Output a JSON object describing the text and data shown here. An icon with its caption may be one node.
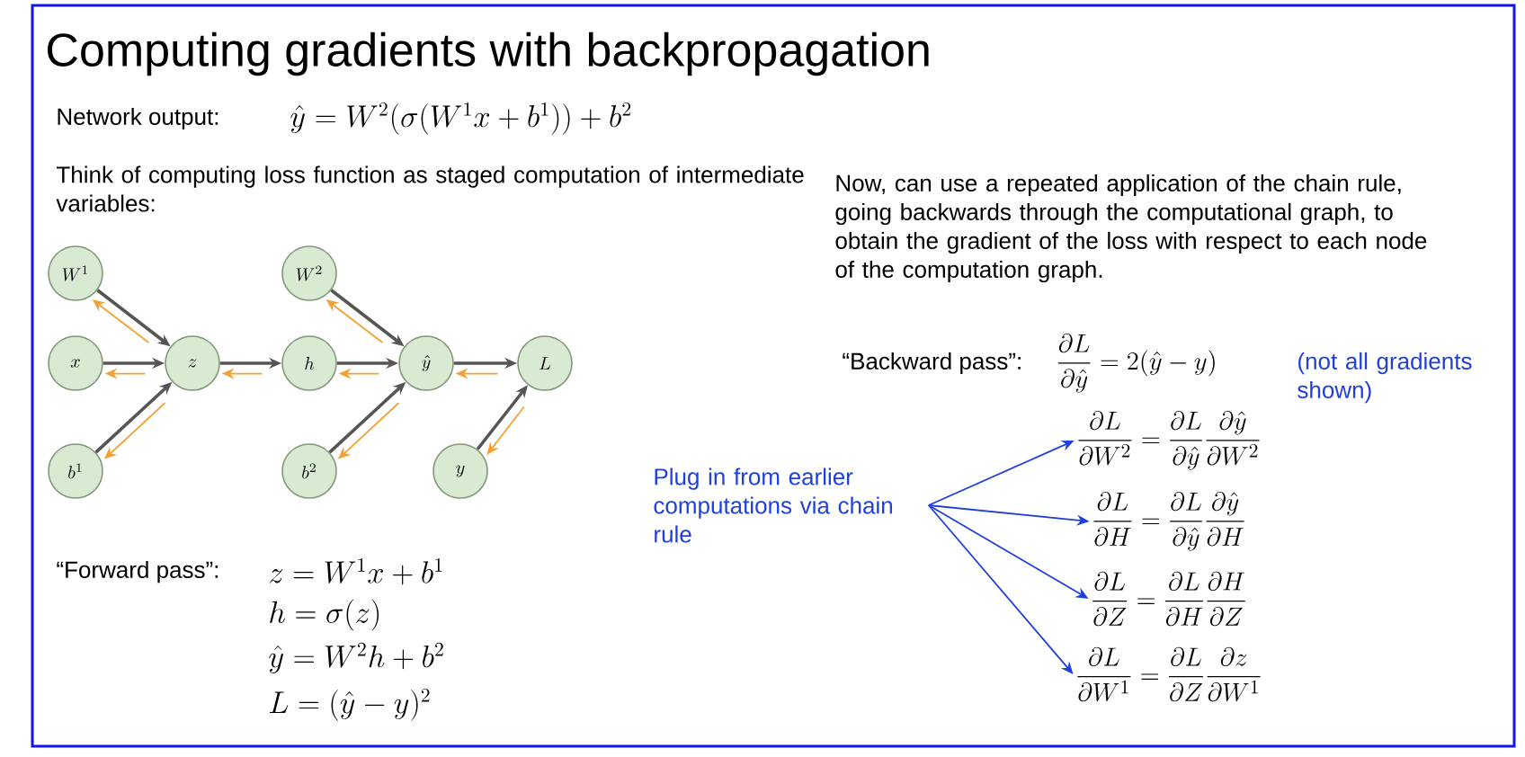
{
  "diagram": {
    "title": "Computing gradients with backpropagation",
    "nodes": [
      {
        "text": [
          "W^1"
        ]
      },
      {
        "text": [
          "x"
        ]
      },
      {
        "text": [
          "b^1"
        ]
      },
      {
        "text": [
          "z"
        ]
      },
      {
        "text": [
          "W^2"
        ]
      },
      {
        "text": [
          "h"
        ]
      },
      {
        "text": [
          "b^2"
        ]
      },
      {
        "text": [
          "\\hat{y}"
        ]
      },
      {
        "text": [
          "y"
        ]
      },
      {
        "text": [
          "L"
        ]
      },
      {
        "text": [
          "Plug in from earlier computations via chain rule"
        ]
      },
      {
        "text": [
          "\\frac{\\partial L}{\\partial W^2} = \\frac{\\partial L}{\\partial \\hat{y}}\\frac{\\partial \\hat{y}}{\\partial W^2}"
        ]
      },
      {
        "text": [
          "\\frac{\\partial L}{\\partial H} = \\frac{\\partial L}{\\partial \\hat{y}}\\frac{\\partial \\hat{y}}{\\partial H}"
        ]
      },
      {
        "text": [
          "\\frac{\\partial L}{\\partial Z} = \\frac{\\partial L}{\\partial H}\\frac{\\partial H}{\\partial Z}"
        ]
      },
      {
        "text": [
          "\\frac{\\partial L}{\\partial W^1} = \\frac{\\partial L}{\\partial Z}\\frac{\\partial z}{\\partial W^1}"
        ]
      }
    ],
    "edges": [
      {
        "from": 0,
        "to": 3,
        "arrow": "to"
      },
      {
        "from": 1,
        "to": 3,
        "arrow": "to"
      },
      {
        "from": 2,
        "to": 3,
        "arrow": "to"
      },
      {
        "from": 3,
        "to": 5,
        "arrow": "to"
      },
      {
        "from": 4,
        "to": 7,
        "arrow": "to"
      },
      {
        "from": 5,
        "to": 7,
        "arrow": "to"
      },
      {
        "from": 6,
        "to": 7,
        "arrow": "to"
      },
      {
        "from": 7,
        "to": 9,
        "arrow": "to"
      },
      {
        "from": 8,
        "to": 9,
        "arrow": "to"
      },
      {
        "from": 3,
        "to": 0,
        "arrow": "to",
        "color": "#f5a033"
      },
      {
        "from": 3,
        "to": 1,
        "arrow": "to",
        "color": "#f5a033"
      },
      {
        "from": 3,
        "to": 2,
        "arrow": "to",
        "color": "#f5a033"
      },
      {
        "from": 5,
        "to": 3,
        "arrow": "to",
        "color": "#f5a033"
      },
      {
        "from": 7,
        "to": 4,
        "arrow": "to",
        "color": "#f5a033"
      },
      {
        "from": 7,
        "to": 5,
        "arrow": "to",
        "color": "#f5a033"
      },
      {
        "from": 7,
        "to": 6,
        "arrow": "to",
        "color": "#f5a033"
      },
      {
        "from": 9,
        "to": 7,
        "arrow": "to",
        "color": "#f5a033"
      },
      {
        "from": 9,
        "to": 8,
        "arrow": "to",
        "color": "#f5a033"
      },
      {
        "from": 10,
        "to": 11,
        "arrow": "to",
        "color": "#1f3fe0"
      },
      {
        "from": 10,
        "to": 12,
        "arrow": "to",
        "color": "#1f3fe0"
      },
      {
        "from": 10,
        "to": 13,
        "arrow": "to",
        "color": "#1f3fe0"
      },
      {
        "from": 10,
        "to": 14,
        "arrow": "to",
        "color": "#1f3fe0"
      }
    ],
    "labels": [
      "Network output:",
      "\\hat{y} = W^2(\\sigma(W^1x+b^1))+b^2",
      "Think of computing loss function as staged computation of intermediate variables:",
      "Now, can use a repeated application of the chain rule, going backwards through the computational graph, to obtain the gradient of the loss with respect to each node of the computation graph.",
      "“Backward pass”:",
      "\\frac{\\partial L}{\\partial \\hat{y}} = 2(\\hat{y}-y)",
      "(not all gradients shown)",
      "“Forward pass”:",
      "z = W^1x+b^1",
      "h = \\sigma(z)",
      "\\hat{y} = W^2h+b^2",
      "L = (\\hat{y}-y)^2"
    ]
  }
}
